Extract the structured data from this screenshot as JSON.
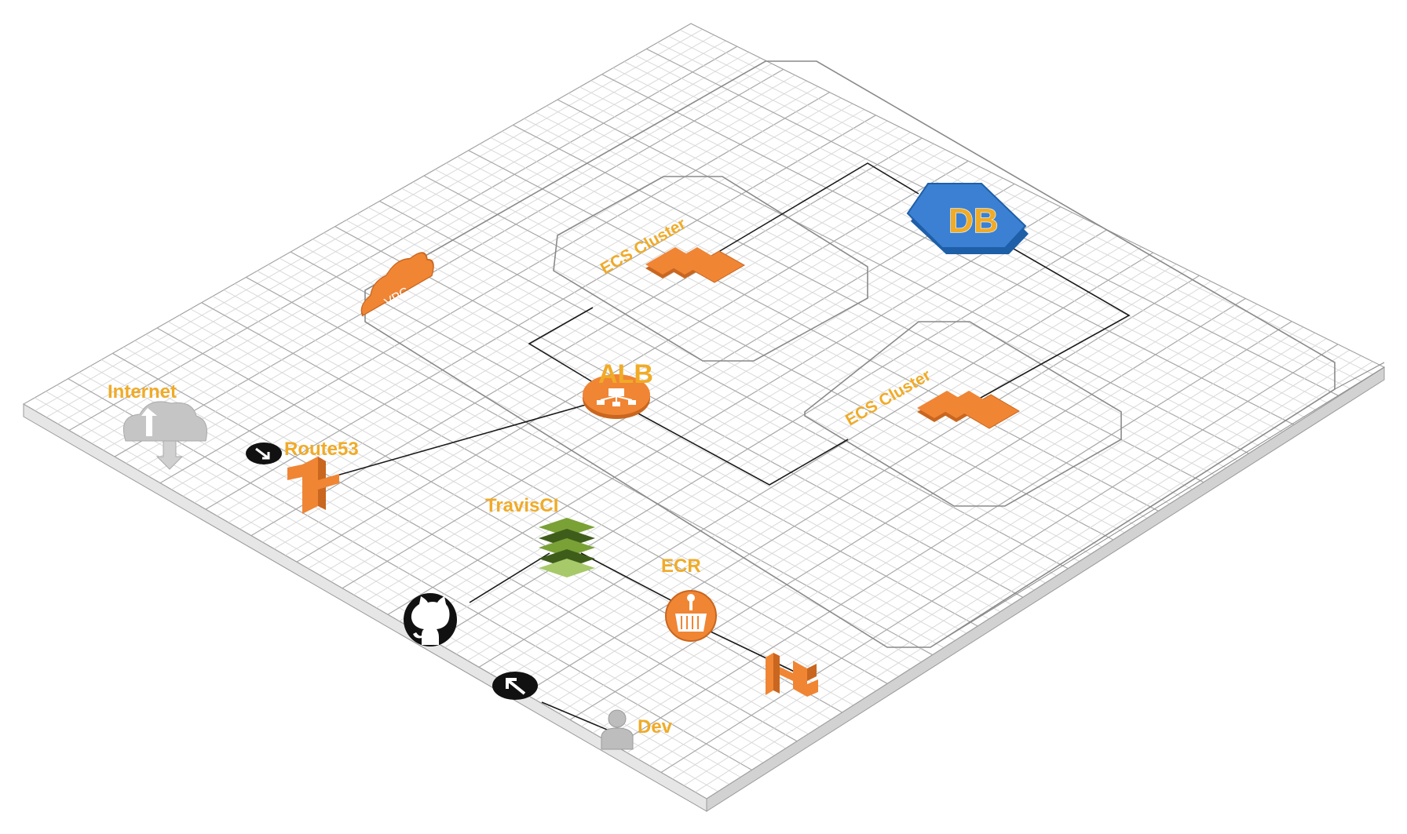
{
  "colors": {
    "label": "#f0ab27",
    "aws_orange": "#f08534",
    "aws_orange_dark": "#c9661f",
    "db_blue": "#2f6fc0",
    "travis_green": "#7aa136",
    "cloud_gray": "#cfcfcf",
    "grid": "#d9d9d9",
    "boundary": "#8a8a8a",
    "connector": "#1a1a1a"
  },
  "nodes": {
    "internet": {
      "label": "Internet",
      "icon": "cloud-upload-download-icon"
    },
    "route53": {
      "label": "Route53",
      "icon": "route53-icon",
      "badge_icon": "arrow-in-badge-icon"
    },
    "alb": {
      "label": "ALB",
      "icon": "load-balancer-icon"
    },
    "vpc": {
      "label": "VPC",
      "icon": "vpc-cloud-icon"
    },
    "ecs_cluster_1": {
      "label": "ECS Cluster",
      "icon": "ecs-containers-icon"
    },
    "ecs_cluster_2": {
      "label": "ECS Cluster",
      "icon": "ecs-containers-icon"
    },
    "db": {
      "label": "DB",
      "icon": "database-icon"
    },
    "travisci": {
      "label": "TravisCI",
      "icon": "travisci-icon"
    },
    "ecr": {
      "label": "ECR",
      "icon": "ecr-icon"
    },
    "ecs_service": {
      "icon": "ecs-icon"
    },
    "github": {
      "icon": "github-icon"
    },
    "dev": {
      "label": "Dev",
      "icon": "user-icon",
      "badge_icon": "arrow-out-badge-icon"
    }
  }
}
